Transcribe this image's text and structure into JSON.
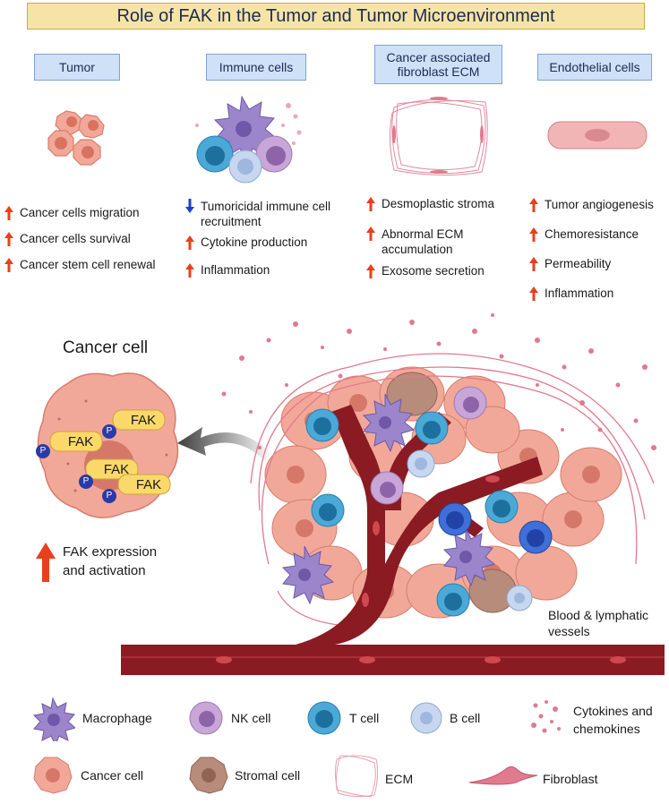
{
  "title": "Role of FAK in the Tumor and Tumor Microenvironment",
  "categories": [
    {
      "label": "Tumor",
      "bullets": [
        {
          "dir": "up",
          "text": "Cancer cells migration"
        },
        {
          "dir": "up",
          "text": "Cancer cells survival"
        },
        {
          "dir": "up",
          "text": "Cancer stem cell renewal"
        }
      ]
    },
    {
      "label": "Immune cells",
      "bullets": [
        {
          "dir": "down",
          "text": "Tumoricidal immune cell",
          "text2": "recruitment"
        },
        {
          "dir": "up",
          "text": "Cytokine production"
        },
        {
          "dir": "up",
          "text": "Inflammation"
        }
      ]
    },
    {
      "label_line1": "Cancer associated",
      "label_line2": "fibroblast ECM",
      "bullets": [
        {
          "dir": "up",
          "text": "Desmoplastic stroma"
        },
        {
          "dir": "up",
          "text": "Abnormal ECM",
          "text2": "accumulation"
        },
        {
          "dir": "up",
          "text": "Exosome secretion"
        }
      ]
    },
    {
      "label": "Endothelial cells",
      "bullets": [
        {
          "dir": "up",
          "text": "Tumor angiogenesis"
        },
        {
          "dir": "up",
          "text": "Chemoresistance"
        },
        {
          "dir": "up",
          "text": "Permeability"
        },
        {
          "dir": "up",
          "text": "Inflammation"
        }
      ]
    }
  ],
  "cancer_cell": {
    "title": "Cancer cell",
    "fak_label": "FAK",
    "p_label": "P",
    "expression_line1": "FAK expression",
    "expression_line2": "and activation"
  },
  "vessels_label_line1": "Blood & lymphatic",
  "vessels_label_line2": "vessels",
  "legend": [
    {
      "icon": "macrophage",
      "label": "Macrophage"
    },
    {
      "icon": "nk-cell",
      "label": "NK cell"
    },
    {
      "icon": "t-cell",
      "label": "T cell"
    },
    {
      "icon": "b-cell",
      "label": "B cell"
    },
    {
      "icon": "cytokines",
      "label_line1": "Cytokines and",
      "label_line2": "chemokines"
    },
    {
      "icon": "cancer-cell",
      "label": "Cancer cell"
    },
    {
      "icon": "stromal-cell",
      "label": "Stromal cell"
    },
    {
      "icon": "ecm",
      "label": "ECM"
    },
    {
      "icon": "fibroblast",
      "label": "Fibroblast"
    }
  ],
  "colors": {
    "title_bg": "#f6e4a6",
    "category_bg": "#cfe1f7",
    "arrow_up": "#e8401c",
    "arrow_down": "#1f3fd1",
    "cancer_cell": "#f2a898",
    "fak_box": "#fbd86a",
    "phospho": "#2b3aa8",
    "vessel": "#8a1b22",
    "macrophage": "#9b86cc",
    "nk_cell": "#c9a6d8",
    "t_cell": "#4aa9d6",
    "b_cell": "#c6d7ef",
    "stromal": "#b88c7a"
  }
}
